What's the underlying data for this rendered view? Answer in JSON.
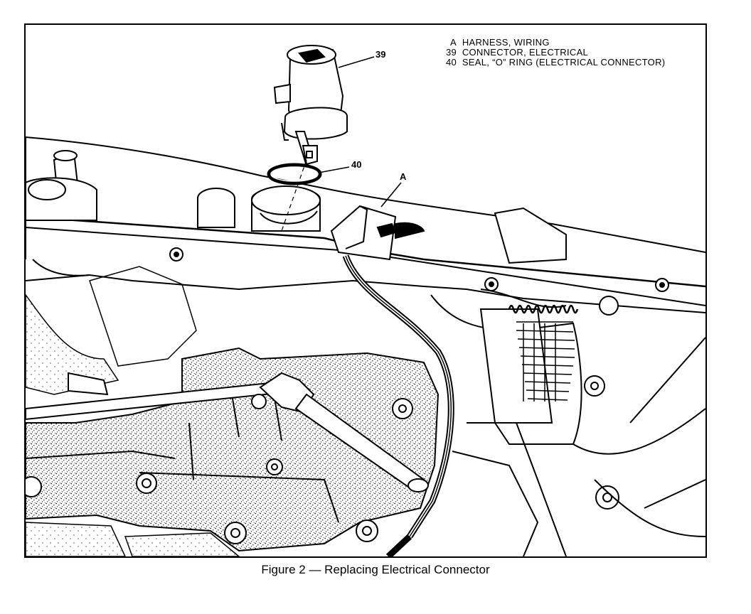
{
  "legend": {
    "items": [
      {
        "key": "A",
        "text": "HARNESS, WIRING"
      },
      {
        "key": "39",
        "text": "CONNECTOR, ELECTRICAL"
      },
      {
        "key": "40",
        "text": "SEAL, “O” RING (ELECTRICAL CONNECTOR)"
      }
    ]
  },
  "callouts": {
    "a": "A",
    "c39": "39",
    "c40": "40"
  },
  "caption": "Figure 2  —  Replacing Electrical Connector"
}
